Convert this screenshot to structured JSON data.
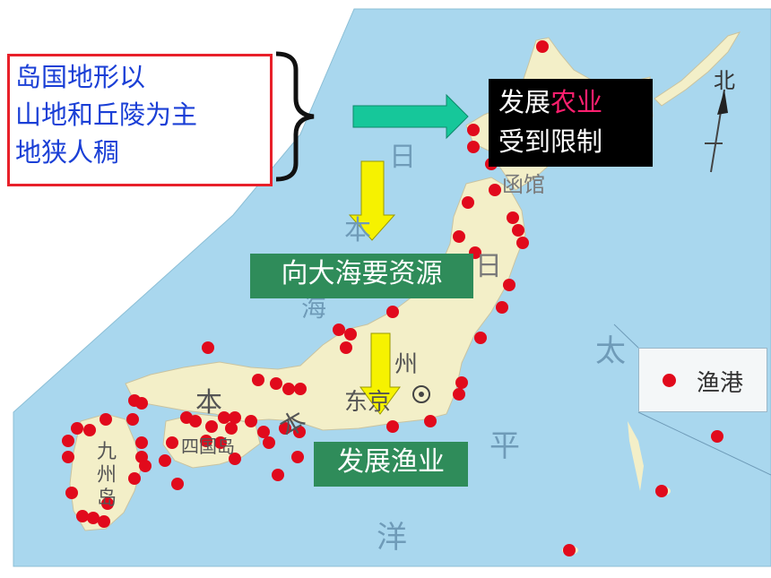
{
  "callouts": {
    "features_lines": [
      "岛国地形以",
      "山地和丘陵为主",
      "地狭人稠"
    ],
    "agriculture_prefix": "发展",
    "agriculture_highlight": "农业",
    "agriculture_line2": "受到限制",
    "sea_resources": "向大海要资源",
    "fishery": "发展渔业"
  },
  "map_labels": {
    "north": "北",
    "sea_chars": [
      "日",
      "本",
      "海"
    ],
    "ocean_chars": [
      "太",
      "平",
      "洋"
    ],
    "honshu_chars": [
      "本",
      "州"
    ],
    "hokkaido_city": "函馆",
    "tokyo": "东京",
    "kyushu_chars": [
      "九",
      "州",
      "岛"
    ],
    "shikoku": "四国岛",
    "hokkaido_partial": "日"
  },
  "legend": {
    "label": "渔港"
  },
  "colors": {
    "sea": "#a9d7ee",
    "land": "#f3efc8",
    "port": "#e10a1c",
    "callout_green": "#2f8c5a",
    "arrow_yellow": "#f6f200",
    "arrow_teal": "#16c79a"
  }
}
